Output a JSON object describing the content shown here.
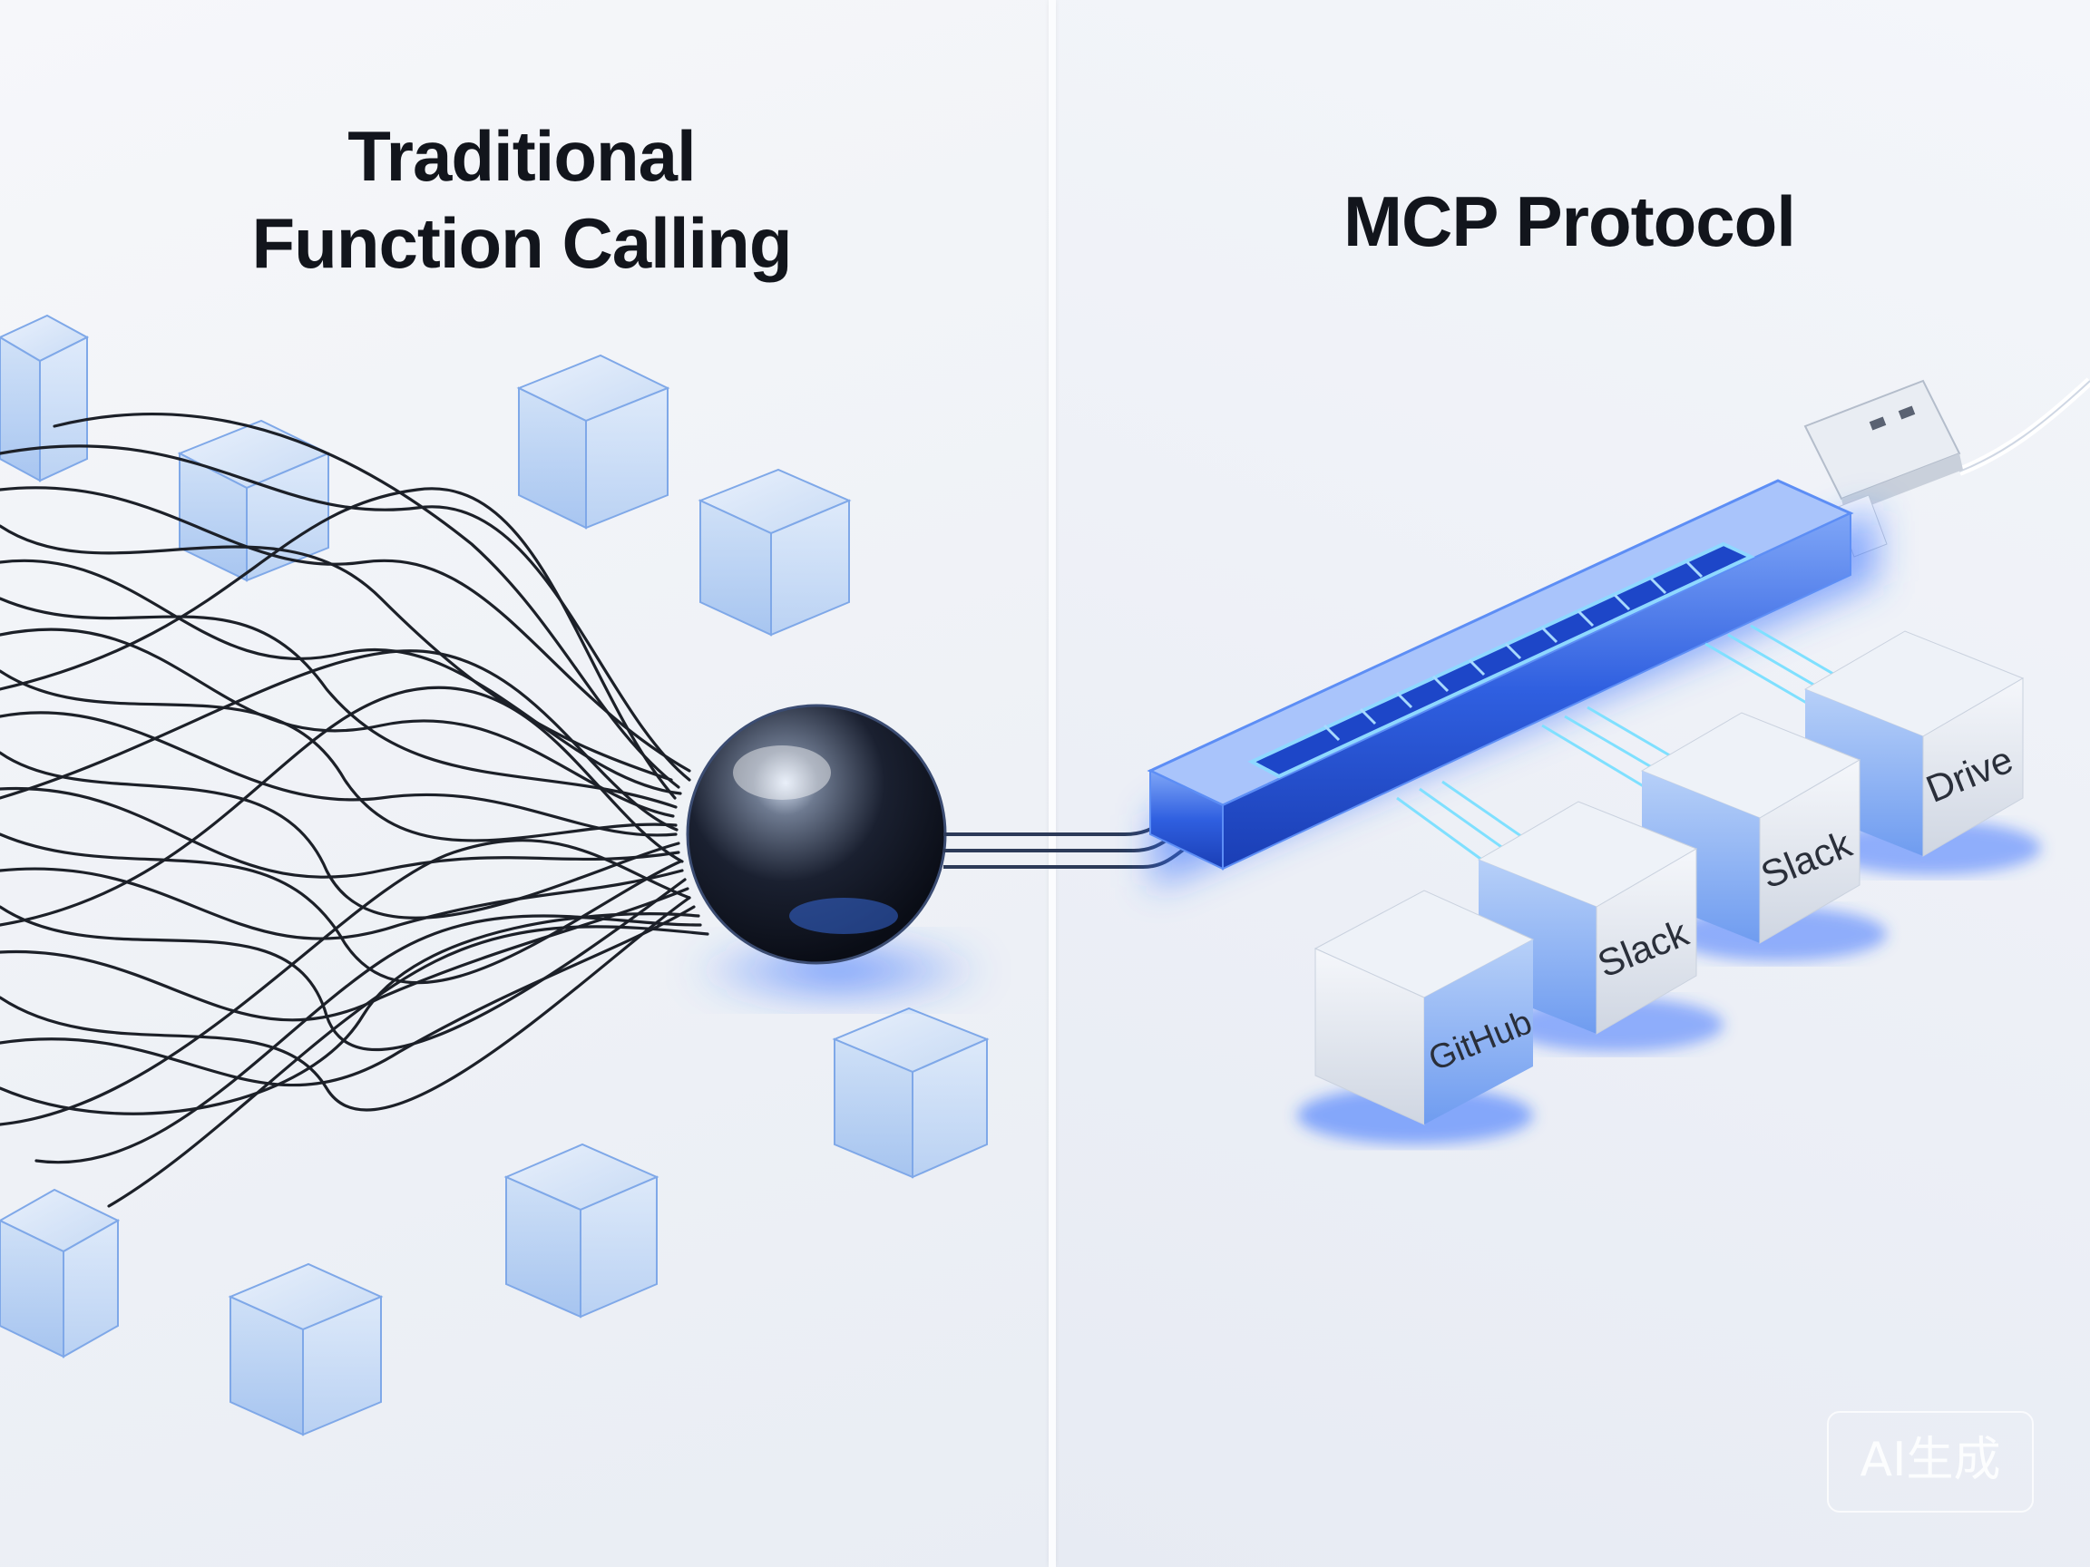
{
  "left_panel": {
    "title_line1": "Traditional",
    "title_line2": "Function Calling"
  },
  "right_panel": {
    "title": "MCP Protocol",
    "service_cubes": [
      "GitHub",
      "Slack",
      "Slack",
      "Drive"
    ]
  },
  "watermark": "AI生成",
  "colors": {
    "accent_glow": "#2f6bff",
    "cube_glass": "#9ec2f5",
    "wire": "#1c2028",
    "title_text": "#12151c"
  }
}
